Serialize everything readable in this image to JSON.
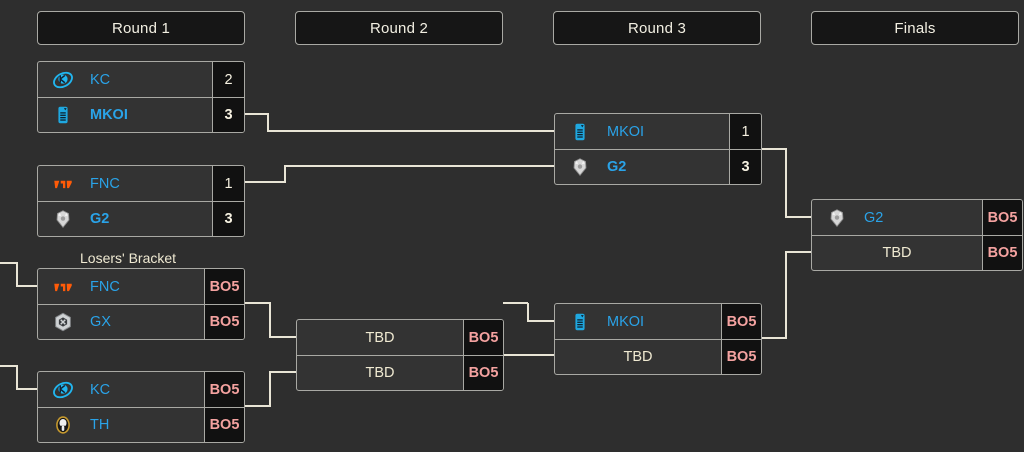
{
  "background_color": "#2e2e2e",
  "colors": {
    "border": "#a9a9a4",
    "match_fill": "#333333",
    "score_fill": "#111111",
    "team_name": "#2aa3e8",
    "tbd_text": "#f0ead2",
    "bo_text": "#f4a2a0",
    "header_text": "#f2efe2",
    "connector": "#e9e5d6"
  },
  "rounds": [
    {
      "id": "round-1",
      "label": "Round 1"
    },
    {
      "id": "round-2",
      "label": "Round 2"
    },
    {
      "id": "round-3",
      "label": "Round 3"
    },
    {
      "id": "finals",
      "label": "Finals"
    }
  ],
  "labels": {
    "losers_bracket": "Losers' Bracket"
  },
  "matches": [
    {
      "id": "wb-r1-m1",
      "round": "Round 1",
      "bracket": "winners",
      "rows": [
        {
          "team": "KC",
          "logo": "kc-logo",
          "score": "2",
          "winner": false
        },
        {
          "team": "MKOI",
          "logo": "mkoi-logo",
          "score": "3",
          "winner": true
        }
      ]
    },
    {
      "id": "wb-r1-m2",
      "round": "Round 1",
      "bracket": "winners",
      "rows": [
        {
          "team": "FNC",
          "logo": "fnc-logo",
          "score": "1",
          "winner": false
        },
        {
          "team": "G2",
          "logo": "g2-logo",
          "score": "3",
          "winner": true
        }
      ]
    },
    {
      "id": "wb-r3-m1",
      "round": "Round 3",
      "bracket": "winners",
      "rows": [
        {
          "team": "MKOI",
          "logo": "mkoi-logo",
          "score": "1",
          "winner": false
        },
        {
          "team": "G2",
          "logo": "g2-logo",
          "score": "3",
          "winner": true
        }
      ]
    },
    {
      "id": "finals-m1",
      "round": "Finals",
      "bracket": "finals",
      "rows": [
        {
          "team": "G2",
          "logo": "g2-logo",
          "score": "BO5",
          "winner": false
        },
        {
          "team": "TBD",
          "logo": null,
          "score": "BO5",
          "winner": false
        }
      ]
    },
    {
      "id": "lb-r1-m1",
      "round": "Round 1",
      "bracket": "losers",
      "rows": [
        {
          "team": "FNC",
          "logo": "fnc-logo",
          "score": "BO5",
          "winner": false
        },
        {
          "team": "GX",
          "logo": "gx-logo",
          "score": "BO5",
          "winner": false
        }
      ]
    },
    {
      "id": "lb-r1-m2",
      "round": "Round 1",
      "bracket": "losers",
      "rows": [
        {
          "team": "KC",
          "logo": "kc-logo",
          "score": "BO5",
          "winner": false
        },
        {
          "team": "TH",
          "logo": "th-logo",
          "score": "BO5",
          "winner": false
        }
      ]
    },
    {
      "id": "lb-r2-m1",
      "round": "Round 2",
      "bracket": "losers",
      "rows": [
        {
          "team": "TBD",
          "logo": null,
          "score": "BO5",
          "winner": false
        },
        {
          "team": "TBD",
          "logo": null,
          "score": "BO5",
          "winner": false
        }
      ]
    },
    {
      "id": "lb-r3-m1",
      "round": "Round 3",
      "bracket": "losers",
      "rows": [
        {
          "team": "MKOI",
          "logo": "mkoi-logo",
          "score": "BO5",
          "winner": false
        },
        {
          "team": "TBD",
          "logo": null,
          "score": "BO5",
          "winner": false
        }
      ]
    }
  ]
}
